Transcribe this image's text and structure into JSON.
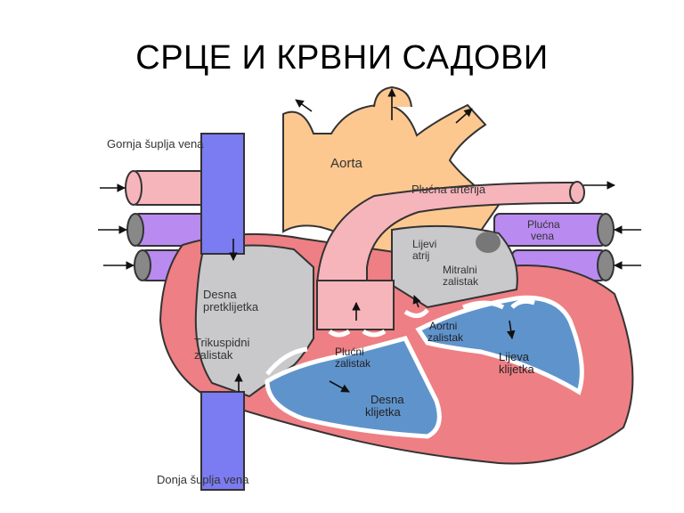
{
  "title": "СРЦЕ И КРВНИ САДОВИ",
  "labels": {
    "gornja_suplja_vena": "Gornja šuplja vena",
    "aorta": "Aorta",
    "plucna_arterija": "Plućna arterija",
    "plucna_vena_line1": "Plućna",
    "plucna_vena_line2": "vena",
    "lijevi_atrij_line1": "Lijevi",
    "lijevi_atrij_line2": "atrij",
    "mitralni_zalistak_line1": "Mitralni",
    "mitralni_zalistak_line2": "zalistak",
    "desna_pretklijetka_line1": "Desna",
    "desna_pretklijetka_line2": "pretklijetka",
    "aortni_zalistak_line1": "Aortni",
    "aortni_zalistak_line2": "zalistak",
    "trikuspidni_zalistak_line1": "Trikuspidni",
    "trikuspidni_zalistak_line2": "zalistak",
    "plucni_zalistak_line1": "Plućni",
    "plucni_zalistak_line2": "zalistak",
    "lijeva_klijetka_line1": "Lijeva",
    "lijeva_klijetka_line2": "klijetka",
    "desna_klijetka_line1": "Desna",
    "desna_klijetka_line2": "klijetka",
    "donja_suplja_vena": "Donja šuplja vena"
  },
  "colors": {
    "vena_cava": "#7b7bf2",
    "aorta": "#fdc890",
    "pulmonary_artery": "#f6b5bb",
    "pulmonary_vein": "#b98af0",
    "myocardium": "#ee7f84",
    "atria": "#c9c9cb",
    "ventricles": "#5f93cc",
    "outline": "#333333"
  }
}
